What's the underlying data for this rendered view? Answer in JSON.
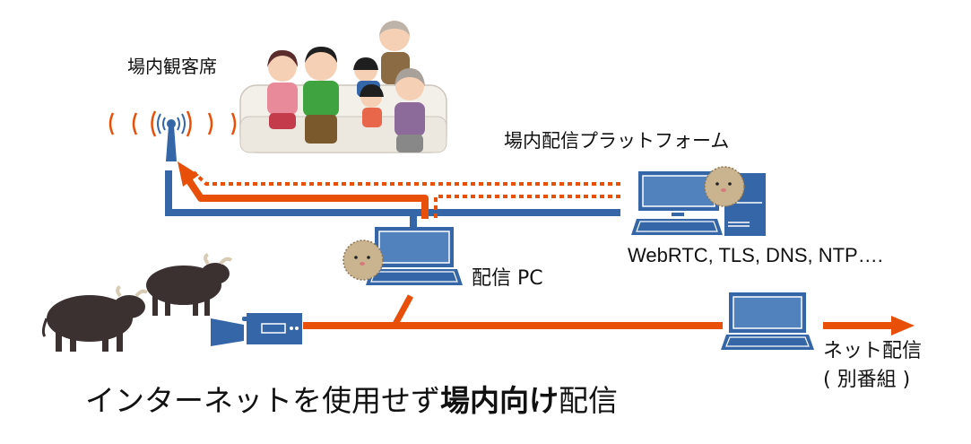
{
  "labels": {
    "audience_seats": "場内観客席",
    "venue_platform": "場内配信プラットフォーム",
    "protocols": "WebRTC, TLS, DNS, NTP….",
    "broadcast_pc": "配信 PC",
    "net_broadcast_line1": "ネット配信",
    "net_broadcast_line2": "( 別番組 )",
    "caption_part1": "インターネットを使用せず",
    "caption_bold": "場内向け",
    "caption_part2": "配信"
  },
  "colors": {
    "blue": "#3466a8",
    "orange": "#e8500a",
    "screen_blue": "#5282be"
  },
  "icons": [
    "antenna-icon",
    "family-audience-illustration",
    "server-computer-icon",
    "laptop-icon",
    "pufferfish-mascot",
    "bull-illustration",
    "video-camera-icon",
    "arrow-right-icon"
  ]
}
